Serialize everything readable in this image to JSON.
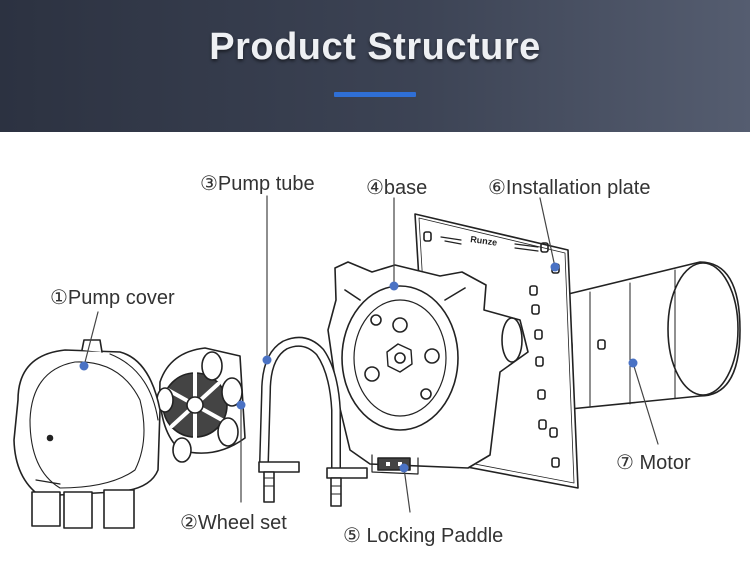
{
  "header": {
    "title": "Product Structure",
    "background_colors": [
      "#2c3241",
      "#555d70"
    ],
    "accent_bar_color": "#2f6fd6"
  },
  "parts": [
    {
      "id": "pump-cover",
      "label": "①Pump cover"
    },
    {
      "id": "wheel-set",
      "label": "②Wheel set"
    },
    {
      "id": "pump-tube",
      "label": "③Pump tube"
    },
    {
      "id": "base",
      "label": "④base"
    },
    {
      "id": "locking-paddle",
      "label": "⑤ Locking Paddle"
    },
    {
      "id": "installation-plate",
      "label": "⑥Installation plate"
    },
    {
      "id": "motor",
      "label": "⑦ Motor"
    }
  ],
  "plate_logo_text": "Runze",
  "colors": {
    "leader_dot": "#4a72c4",
    "line_art": "#222222"
  }
}
